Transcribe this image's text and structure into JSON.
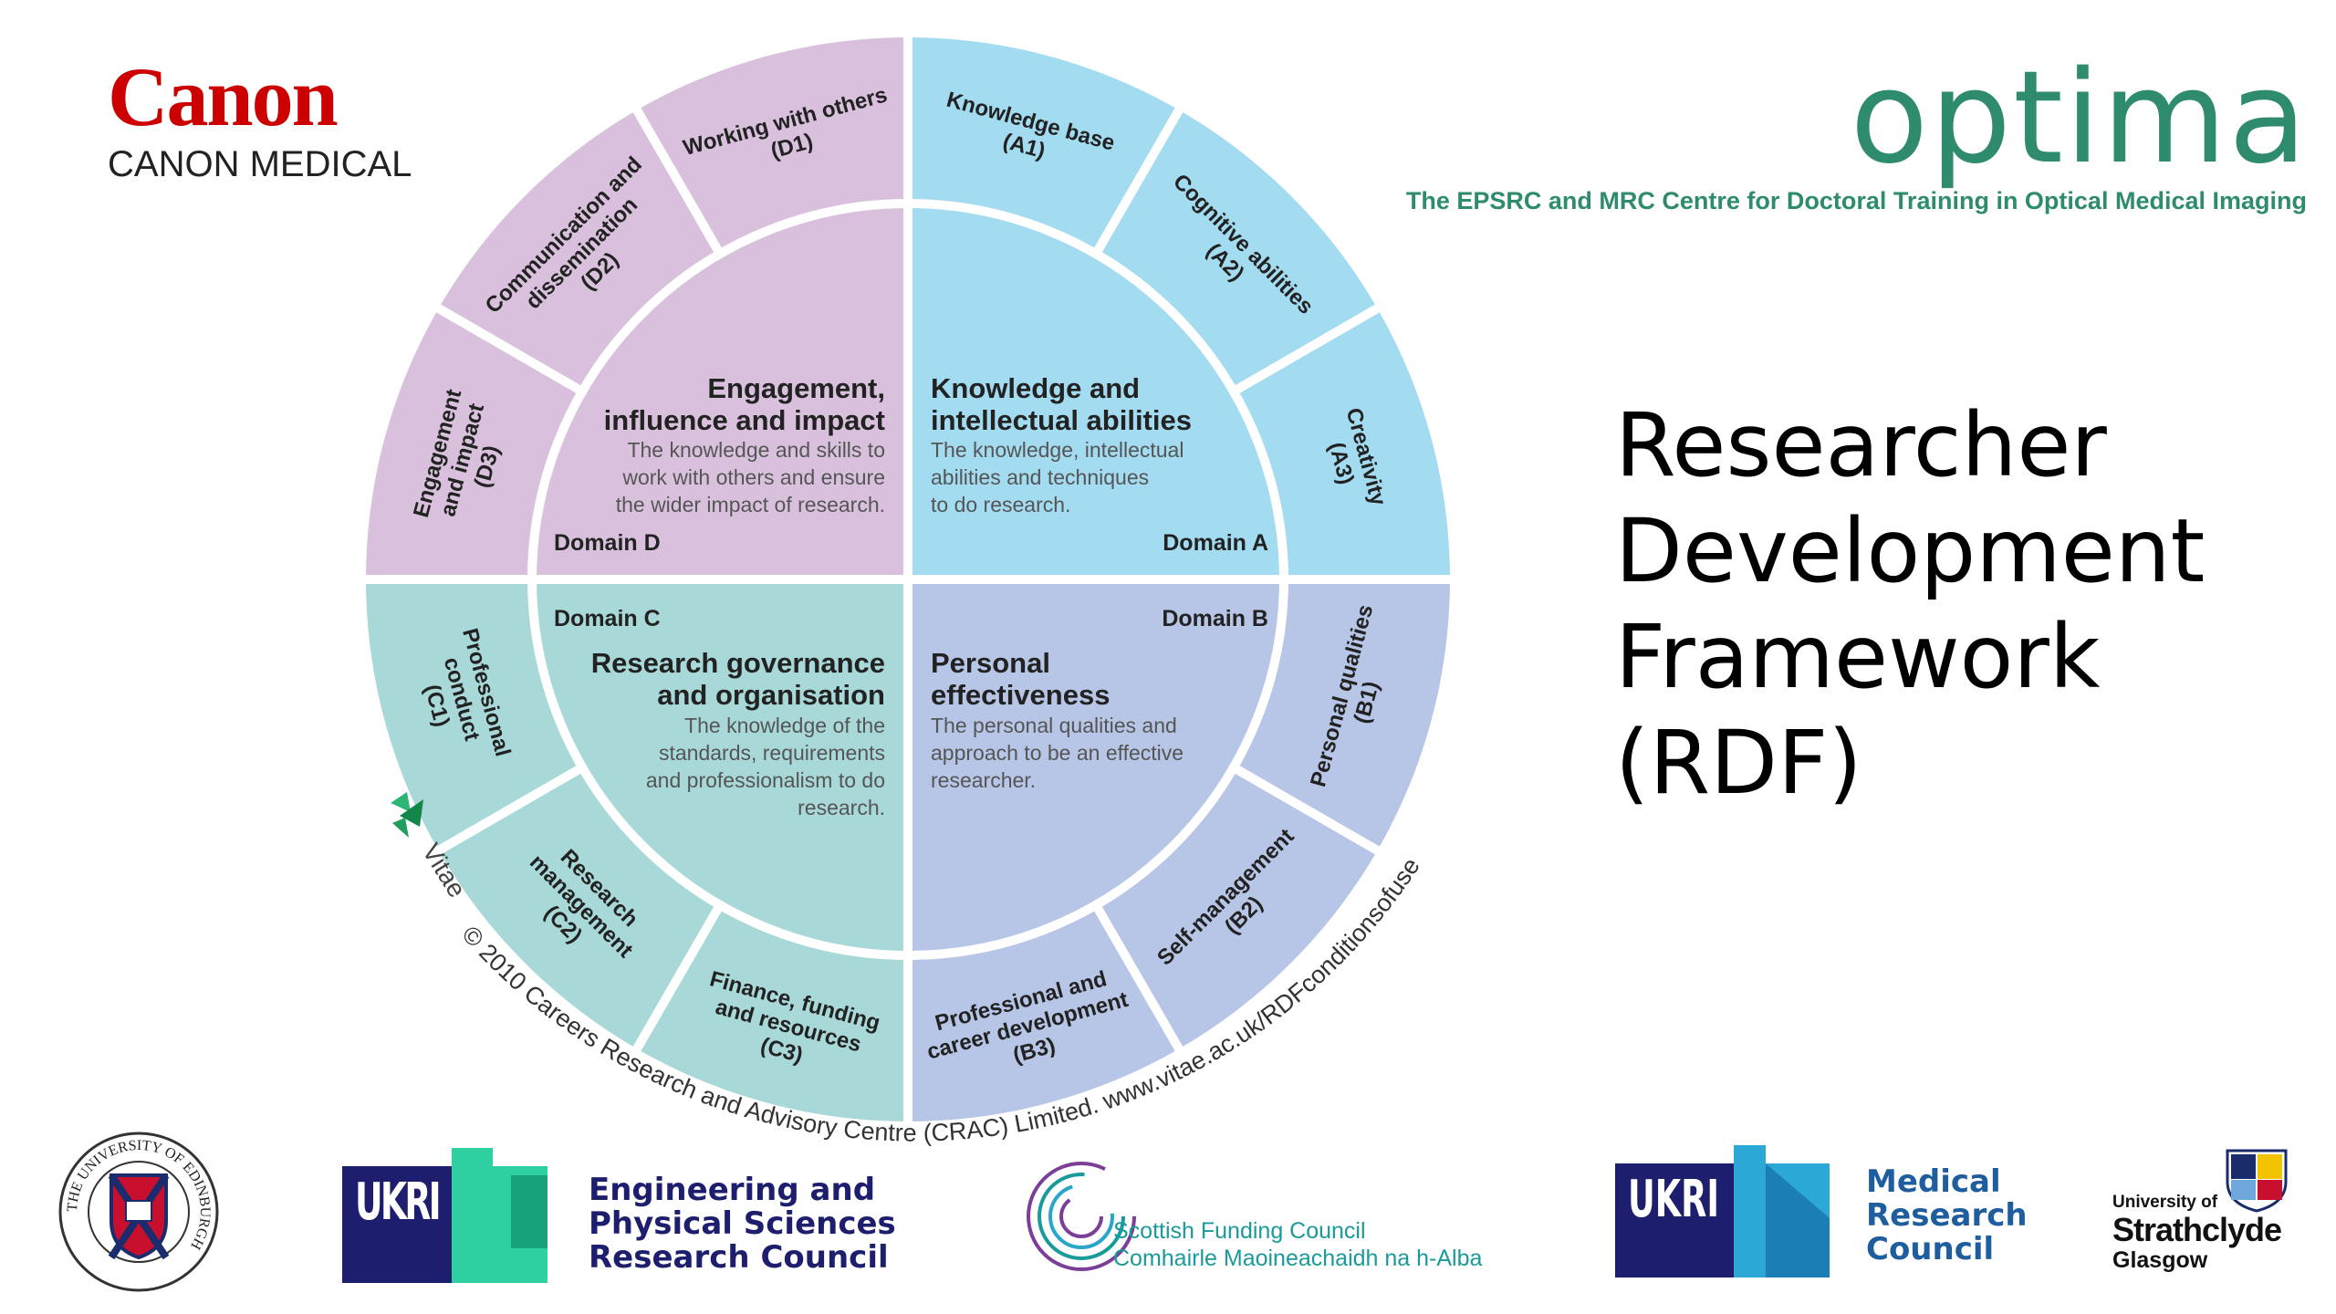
{
  "logos": {
    "canon": {
      "wordmark": "Canon",
      "subtitle": "CANON MEDICAL",
      "color": "#cc0000"
    },
    "optima": {
      "wordmark": "optima",
      "tagline": "The EPSRC and MRC Centre for Doctoral Training in Optical Medical Imaging",
      "color": "#2e8b6e"
    },
    "edinburgh": {
      "seal_text": "THE UNIVERSITY OF EDINBURGH"
    },
    "ukri_epsrc": {
      "mark": "UKRI",
      "lines": [
        "Engineering and",
        "Physical Sciences",
        "Research Council"
      ],
      "color": "#1e1e6e",
      "accent": "#2ecfa0"
    },
    "sfc": {
      "lines": [
        "Scottish Funding Council",
        "Comhairle Maoineachaidh na h-Alba"
      ],
      "color": "#1a9a9a"
    },
    "ukri_mrc": {
      "mark": "UKRI",
      "lines": [
        "Medical",
        "Research",
        "Council"
      ],
      "color": "#1e1e6e",
      "accent": "#2ba8d6"
    },
    "strathclyde": {
      "small": "University of",
      "big": "Strathclyde",
      "mid": "Glasgow"
    },
    "vitae": {
      "name": "Vitae"
    }
  },
  "title": {
    "lines": [
      "Researcher",
      "Development",
      "Framework",
      "(RDF)"
    ]
  },
  "wheel": {
    "colors": {
      "A": "#a3dbf1",
      "B": "#b7c6e6",
      "C": "#a8d9d8",
      "D": "#d9c1dd"
    },
    "copyright": "© 2010 Careers Research and Advisory Centre (CRAC) Limited. www.vitae.ac.uk/RDFconditionsofuse",
    "domains": {
      "A": {
        "label": "Domain A",
        "title": [
          "Knowledge and",
          "intellectual abilities"
        ],
        "desc": [
          "The knowledge, intellectual",
          "abilities and techniques",
          "to do research."
        ]
      },
      "B": {
        "label": "Domain B",
        "title": [
          "Personal",
          "effectiveness"
        ],
        "desc": [
          "The personal qualities and",
          "approach to be an effective",
          "researcher."
        ]
      },
      "C": {
        "label": "Domain C",
        "title": [
          "Research governance",
          "and organisation"
        ],
        "desc": [
          "The knowledge of the",
          "standards, requirements",
          "and professionalism to do",
          "research."
        ]
      },
      "D": {
        "label": "Domain D",
        "title": [
          "Engagement,",
          "influence and impact"
        ],
        "desc": [
          "The knowledge and skills to",
          "work with others and ensure",
          "the wider impact of research."
        ]
      }
    },
    "segments": {
      "A1": [
        "Knowledge base",
        "(A1)"
      ],
      "A2": [
        "Cognitive abilities",
        "(A2)"
      ],
      "A3": [
        "Creativity",
        "(A3)"
      ],
      "B1": [
        "Personal qualities",
        "(B1)"
      ],
      "B2": [
        "Self-management",
        "(B2)"
      ],
      "B3": [
        "Professional and",
        "career development",
        "(B3)"
      ],
      "C1": [
        "Professional",
        "conduct",
        "(C1)"
      ],
      "C2": [
        "Research",
        "management",
        "(C2)"
      ],
      "C3": [
        "Finance, funding",
        "and resources",
        "(C3)"
      ],
      "D1": [
        "Working with others",
        "(D1)"
      ],
      "D2": [
        "Communication and",
        "dissemination",
        "(D2)"
      ],
      "D3": [
        "Engagement",
        "and impact",
        "(D3)"
      ]
    }
  }
}
